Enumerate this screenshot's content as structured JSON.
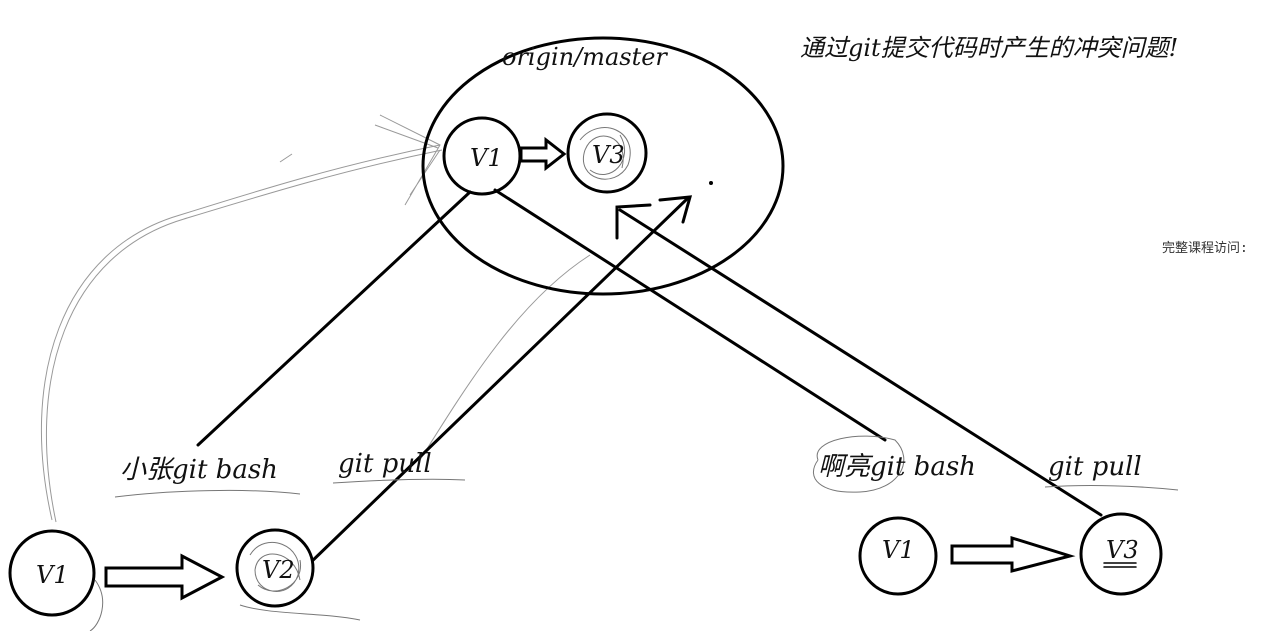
{
  "title": "通过git提交代码时产生的冲突问题!",
  "side_note": "完整课程访问:",
  "origin": {
    "label": "origin/master",
    "v1": "V1",
    "v3": "V3"
  },
  "left": {
    "label": "小张git bash",
    "pull": "git pull",
    "v1": "V1",
    "v2": "V2"
  },
  "right": {
    "label": "啊亮git bash",
    "pull": "git pull",
    "v1": "V1",
    "v3": "V3"
  }
}
